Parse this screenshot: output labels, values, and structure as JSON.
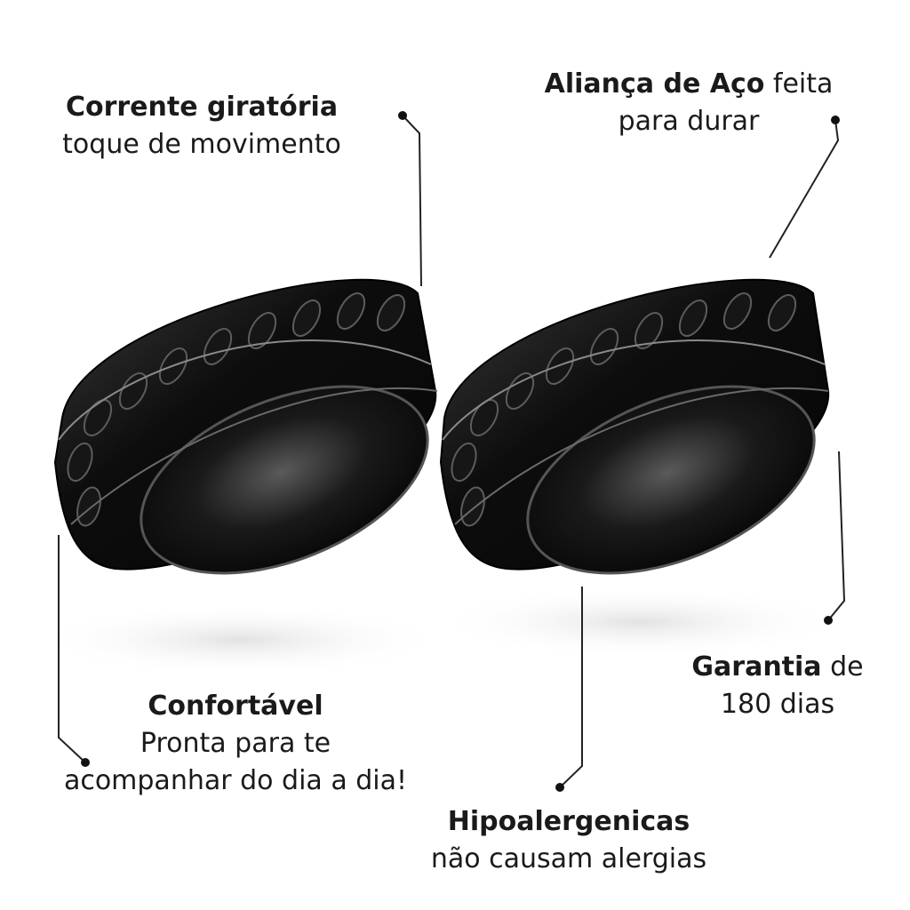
{
  "callouts": {
    "chain": {
      "title": "Corrente giratória",
      "text": "toque de movimento"
    },
    "steel": {
      "title": "Aliança de Aço",
      "title_rest": "feita",
      "text": "para durar"
    },
    "comfort": {
      "title": "Confortável",
      "line1": "Pronta para te",
      "line2": "acompanhar do dia a dia!"
    },
    "warranty": {
      "title": "Garantia",
      "title_rest": "de",
      "text": "180 dias"
    },
    "hypo": {
      "title": "Hipoalergenicas",
      "text": "não causam alergias"
    }
  },
  "colors": {
    "ring": "#0b0b0b",
    "ring_highlight": "#6a6a6a",
    "text": "#1a1a1a",
    "line": "#222222"
  }
}
